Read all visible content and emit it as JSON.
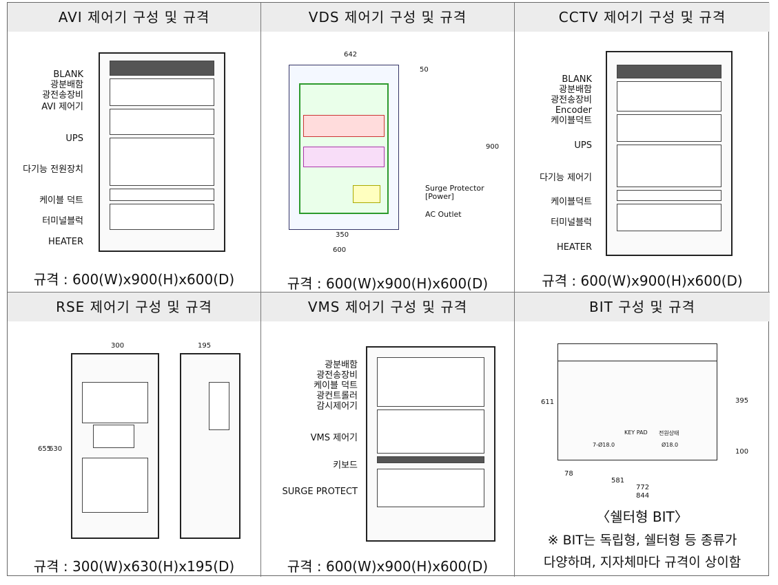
{
  "cells": {
    "avi": {
      "title": "AVI 제어기 구성 및 규격",
      "labels": [
        "BLANK",
        "광분배함",
        "광전송장비",
        "AVI 제어기",
        "UPS",
        "다기능 전원장치",
        "케이블 덕트",
        "터미널블럭",
        "HEATER"
      ],
      "spec": "규격 : 600(W)x900(H)x600(D)"
    },
    "vds": {
      "title": "VDS 제어기 구성 및 규격",
      "dims": {
        "width": "642",
        "top": "50",
        "height": "900",
        "inner": "350",
        "bottom": "600"
      },
      "callouts": [
        "Surge Protector",
        "[Power]",
        "AC Outlet"
      ],
      "spec": "규격 : 600(W)x900(H)x600(D)"
    },
    "cctv": {
      "title": "CCTV 제어기 구성 및 규격",
      "labels": [
        "BLANK",
        "광분배함",
        "광전송장비",
        "Encoder",
        "케이블덕트",
        "UPS",
        "다기능 제어기",
        "케이블덕트",
        "터미널블럭",
        "HEATER"
      ],
      "spec": "규격 : 600(W)x900(H)x600(D)"
    },
    "rse": {
      "title": "RSE 제어기 구성 및 규격",
      "dims": {
        "front_width": "300",
        "side_width": "195",
        "outer_height": "655",
        "inner_height": "630"
      },
      "spec": "규격 : 300(W)x630(H)x195(D)"
    },
    "vms": {
      "title": "VMS 제어기 구성 및 규격",
      "labels": [
        "광분배함",
        "광전송장비",
        "케이블 덕트",
        "광컨트롤러",
        "감시제어기",
        "VMS 제어기",
        "키보드",
        "SURGE PROTECT"
      ],
      "spec": "규격 : 600(W)x900(H)x600(D)"
    },
    "bit": {
      "title": "BIT 구성 및 규격",
      "dims": {
        "height": "611",
        "upper": "395",
        "lower": "100",
        "left": "78",
        "mid": "581",
        "span": "772",
        "total": "844",
        "hole_left": "7-Ø18.0",
        "hole_right": "Ø18.0",
        "keypad": "KEY PAD",
        "switch": "전원상태"
      },
      "caption": "〈쉘터형 BIT〉",
      "note_line1": "※ BIT는 독립형, 쉘터형 등 종류가",
      "note_line2": "다양하며, 지자체마다 규격이 상이함"
    }
  }
}
